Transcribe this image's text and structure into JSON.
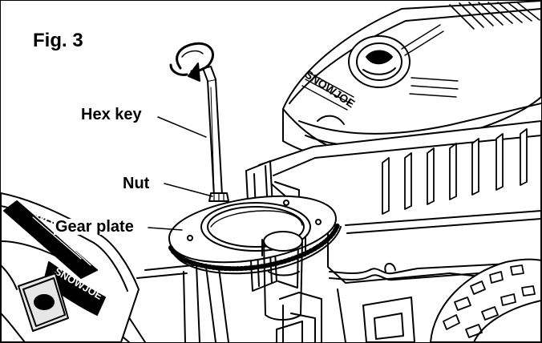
{
  "figure": {
    "title": "Fig. 3"
  },
  "labels": {
    "hex_key": "Hex key",
    "nut": "Nut",
    "gear_plate": "Gear plate"
  },
  "decals": {
    "brand_a": "SNOWJOE",
    "brand_b": "SNOWJOE",
    "brand_c": "SNOWJOE"
  },
  "colors": {
    "line": "#000000",
    "background": "#ffffff",
    "shade": "#e6e6e6"
  }
}
